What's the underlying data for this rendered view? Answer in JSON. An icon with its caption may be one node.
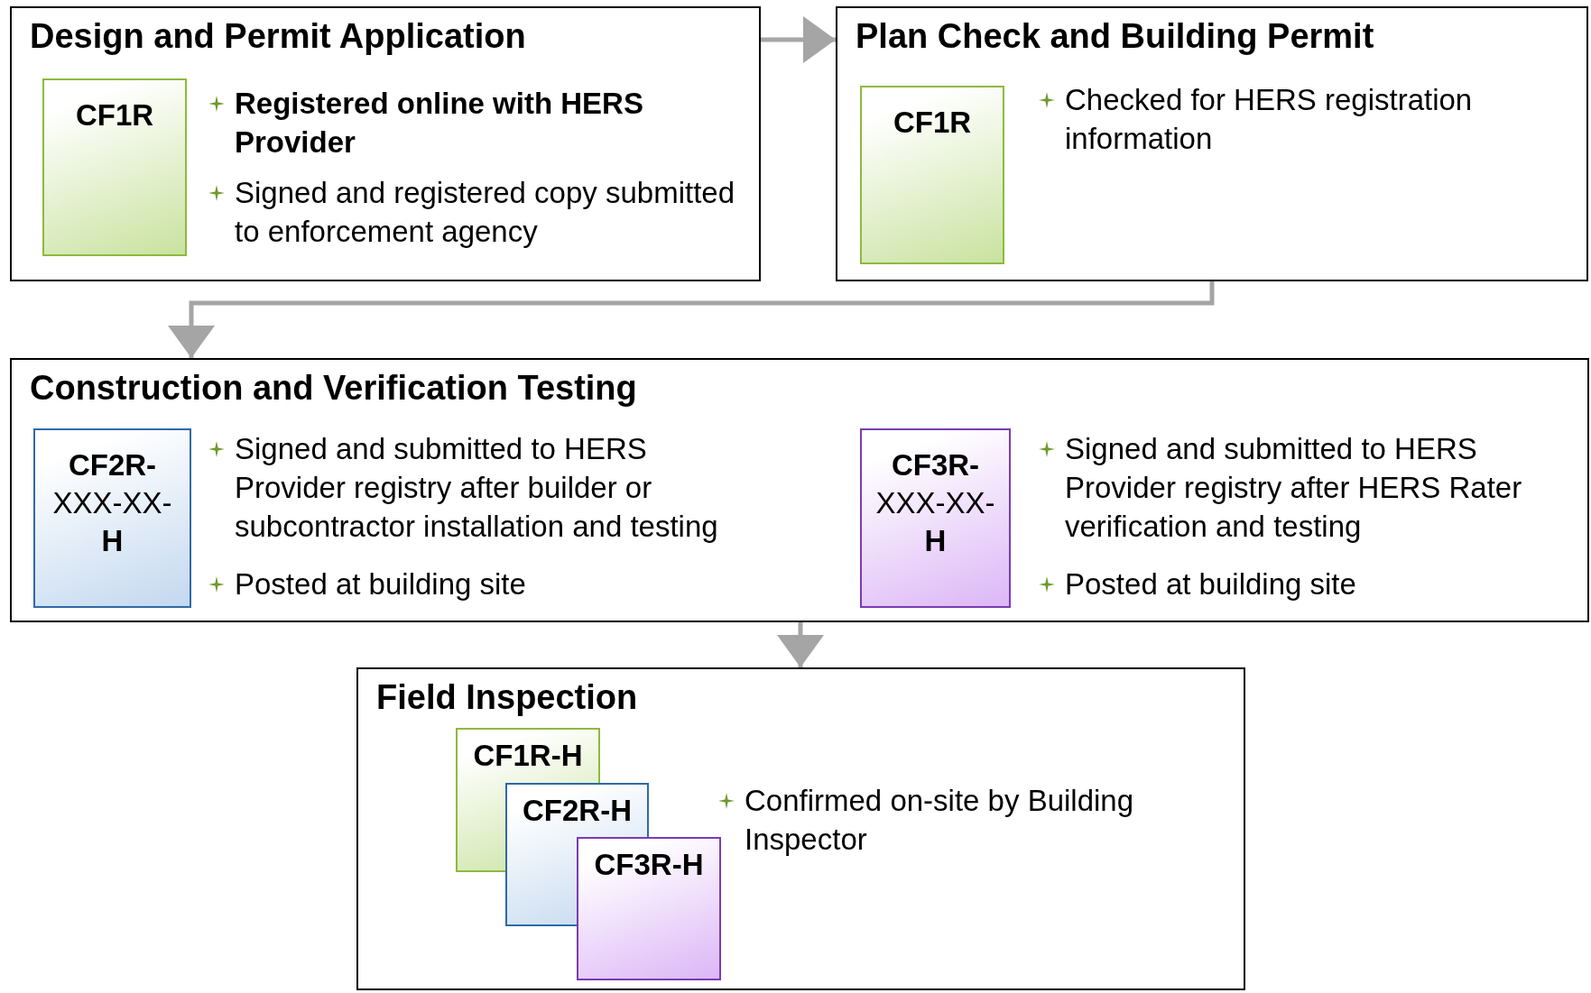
{
  "diagram": {
    "nodes": [
      {
        "text": [
          "Design and Permit Application",
          "Registered online with HERS Provider",
          "Signed and registered copy submitted to enforcement agency"
        ]
      },
      {
        "text": [
          "CF1R"
        ],
        "in": 0
      },
      {
        "text": [
          "Plan Check and Building Permit",
          "Checked for HERS registration information"
        ]
      },
      {
        "text": [
          "CF1R"
        ],
        "in": 2
      },
      {
        "text": [
          "Construction and Verification Testing",
          "Signed and submitted to HERS Provider registry after builder or subcontractor installation and testing",
          "Posted at building site",
          "Signed and submitted to HERS Provider registry after HERS Rater verification and testing",
          "Posted at building site"
        ]
      },
      {
        "text": [
          "**CF2R-** XXX-XX- **H**"
        ],
        "in": 4
      },
      {
        "text": [
          "**CF3R-** XXX-XX- **H**"
        ],
        "in": 4
      },
      {
        "text": [
          "Field Inspection",
          "Confirmed on-site by Building Inspector"
        ]
      },
      {
        "text": [
          "CF1R-H"
        ],
        "in": 7
      },
      {
        "text": [
          "CF2R-H"
        ],
        "in": 7
      },
      {
        "text": [
          "CF3R-H"
        ],
        "in": 7
      }
    ],
    "edges": [
      {
        "from": 0,
        "to": 2,
        "arrow": "to"
      },
      {
        "from": 2,
        "to": 4,
        "arrow": "to"
      },
      {
        "from": 4,
        "to": 7,
        "arrow": "to"
      }
    ]
  }
}
